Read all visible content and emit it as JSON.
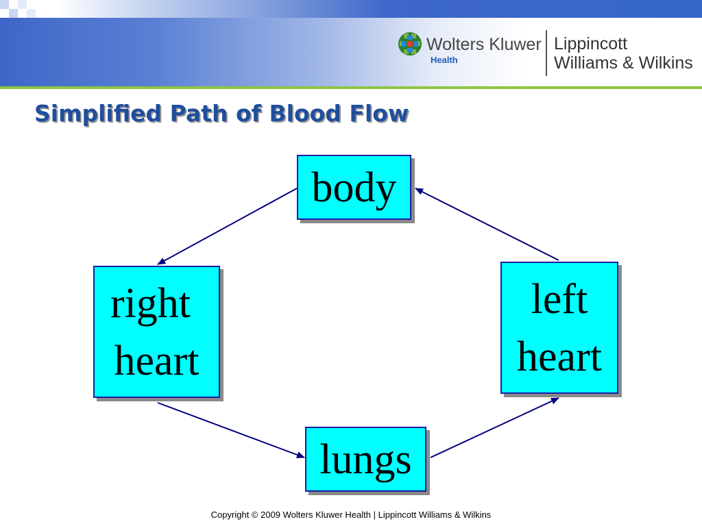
{
  "header": {
    "brand_primary": "Wolters Kluwer",
    "brand_sub": "Health",
    "brand_partner_line1": "Lippincott",
    "brand_partner_line2": "Williams & Wilkins"
  },
  "slide": {
    "title": "Simplified Path of Blood Flow"
  },
  "diagram": {
    "nodes": {
      "body": {
        "line1": "body"
      },
      "right_heart": {
        "line1": "right",
        "line2": "heart"
      },
      "left_heart": {
        "line1": "left",
        "line2": "heart"
      },
      "lungs": {
        "line1": "lungs"
      }
    },
    "edges": [
      {
        "from": "body",
        "to": "right heart"
      },
      {
        "from": "right heart",
        "to": "lungs"
      },
      {
        "from": "lungs",
        "to": "left heart"
      },
      {
        "from": "left heart",
        "to": "body"
      }
    ],
    "colors": {
      "box_fill": "#00ffff",
      "box_border": "#1c1ca8",
      "arrow": "#000080"
    }
  },
  "footer": {
    "copyright": "Copyright © 2009 Wolters Kluwer Health | Lippincott Williams & Wilkins"
  }
}
